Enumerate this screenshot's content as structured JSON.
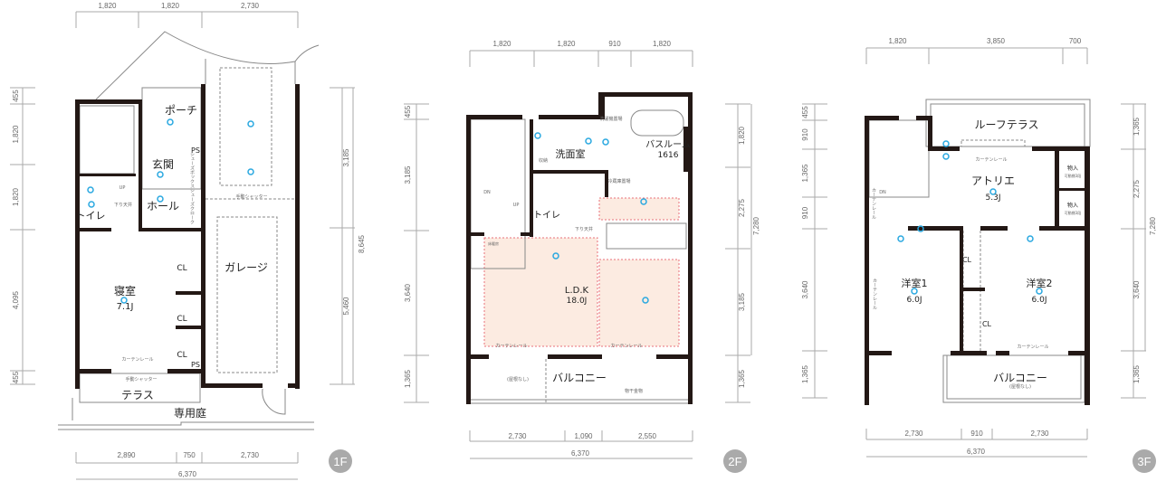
{
  "floors": [
    {
      "badge": "1F",
      "rooms": {
        "porch": "ポーチ",
        "entrance": "玄関",
        "hall": "ホール",
        "toilet": "トイレ",
        "bedroom": "寝室",
        "bedroom_size": "7.1J",
        "cl1": "CL",
        "cl2": "CL",
        "cl3": "CL",
        "garage": "ガレージ",
        "terrace": "テラス",
        "garden": "専用庭",
        "ps1": "PS",
        "ps2": "PS"
      },
      "notes": {
        "shutter_garage": "手動シャッター",
        "curtain_rail": "カーテンレール",
        "shutter_terrace": "手動シャッター",
        "up": "UP",
        "lowered_ceiling": "下り天井",
        "shoes_box": "シューズボックス",
        "shoes_closet": "シューズクローク"
      },
      "dims": {
        "top": [
          "1,820",
          "1,820",
          "2,730"
        ],
        "left": [
          "455",
          "1,820",
          "1,820",
          "4,095",
          "455"
        ],
        "right": [
          "3,185",
          "5,460"
        ],
        "right_total": "8,645",
        "bottom": [
          "2,890",
          "750",
          "2,730"
        ],
        "bottom_total": "6,370"
      }
    },
    {
      "badge": "2F",
      "rooms": {
        "washroom": "洗面室",
        "bathroom": "バスルーム",
        "bathroom_size": "1616",
        "toilet": "トイレ",
        "ldk": "L.D.K",
        "ldk_size": "18.0J",
        "balcony": "バルコニー",
        "storage": "収納"
      },
      "notes": {
        "no_roof": "(屋根なし)",
        "drying_hardware": "物干金物",
        "lowered_ceiling": "下り天井",
        "dn": "DN",
        "up": "UP",
        "washer_place": "洗濯機置場",
        "fridge_place": "冷蔵庫置場",
        "curtain_rail_1": "カーテンレール",
        "curtain_rail_2": "カーテンレール",
        "floor_heating": "床暖房"
      },
      "dims": {
        "top": [
          "1,820",
          "1,820",
          "910",
          "1,820"
        ],
        "left": [
          "455",
          "3,185",
          "3,640",
          "1,365"
        ],
        "right": [
          "1,820",
          "2,275",
          "3,185",
          "1,365"
        ],
        "right_total": "7,280",
        "bottom": [
          "2,730",
          "1,090",
          "2,550"
        ],
        "bottom_total": "6,370"
      }
    },
    {
      "badge": "3F",
      "rooms": {
        "roof_terrace": "ルーフテラス",
        "atelier": "アトリエ",
        "atelier_size": "5.3J",
        "storage1": "物入",
        "storage2": "物入",
        "western1": "洋室1",
        "western1_size": "6.0J",
        "western2": "洋室2",
        "western2_size": "6.0J",
        "cl1": "CL",
        "cl2": "CL",
        "balcony": "バルコニー"
      },
      "notes": {
        "shelf1": "可動棚3段",
        "shelf2": "可動棚3段",
        "no_roof": "(屋根なし)",
        "curtain_rail_1": "カーテンレール",
        "curtain_rail_2": "カーテンレール",
        "curtain_rail_3": "カーテンレール",
        "curtain_rail_4": "カーテンレール",
        "dn": "DN"
      },
      "dims": {
        "top": [
          "1,820",
          "3,850",
          "700"
        ],
        "left": [
          "455",
          "910",
          "1,365",
          "910",
          "3,640",
          "1,365"
        ],
        "right": [
          "1,365",
          "2,275",
          "3,640",
          "1,365"
        ],
        "right_total": "7,280",
        "bottom": [
          "2,730",
          "910",
          "2,730"
        ],
        "bottom_total": "6,370"
      }
    }
  ]
}
